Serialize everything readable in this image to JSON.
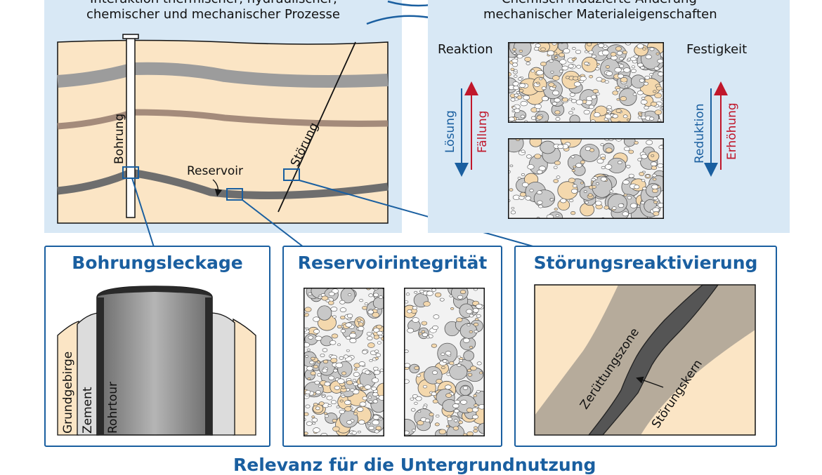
{
  "top_left": {
    "caption_line1": "Interaktion thermischer, hydraulischer,",
    "caption_line2": "chemischer und mechanischer Prozesse",
    "label_bohrung": "Bohrung",
    "label_reservoir": "Reservoir",
    "label_stoerung": "Störung"
  },
  "top_right": {
    "caption_line1": "Chemisch induzierte Änderung",
    "caption_line2": "mechanischer Materialeigenschaften",
    "label_reaktion": "Reaktion",
    "label_festigkeit": "Festigkeit",
    "label_loesung": "Lösung",
    "label_faellung": "Fällung",
    "label_reduktion": "Reduktion",
    "label_erhoehung": "Erhöhung"
  },
  "boxes": {
    "well": {
      "title": "Bohrungsleckage",
      "label_grundgebirge": "Grundgebirge",
      "label_zement": "Zement",
      "label_rohrtour": "Rohrtour"
    },
    "reservoir": {
      "title": "Reservoirintegrität"
    },
    "fault": {
      "title": "Störungsreaktivierung",
      "label_zone": "Zerüttungszone",
      "label_kern": "Störungskern"
    }
  },
  "bottom_caption": "Relevanz für die Untergrundnutzung",
  "colors": {
    "accent_blue": "#1a5fa0",
    "panel_bg": "#d8e8f5",
    "rock_beige": "#fbe5c5",
    "grain_grey": "#c8c8c8",
    "grain_beige": "#f4d8ad",
    "arrow_red": "#c0172b",
    "arrow_blue": "#1a5fa0"
  }
}
